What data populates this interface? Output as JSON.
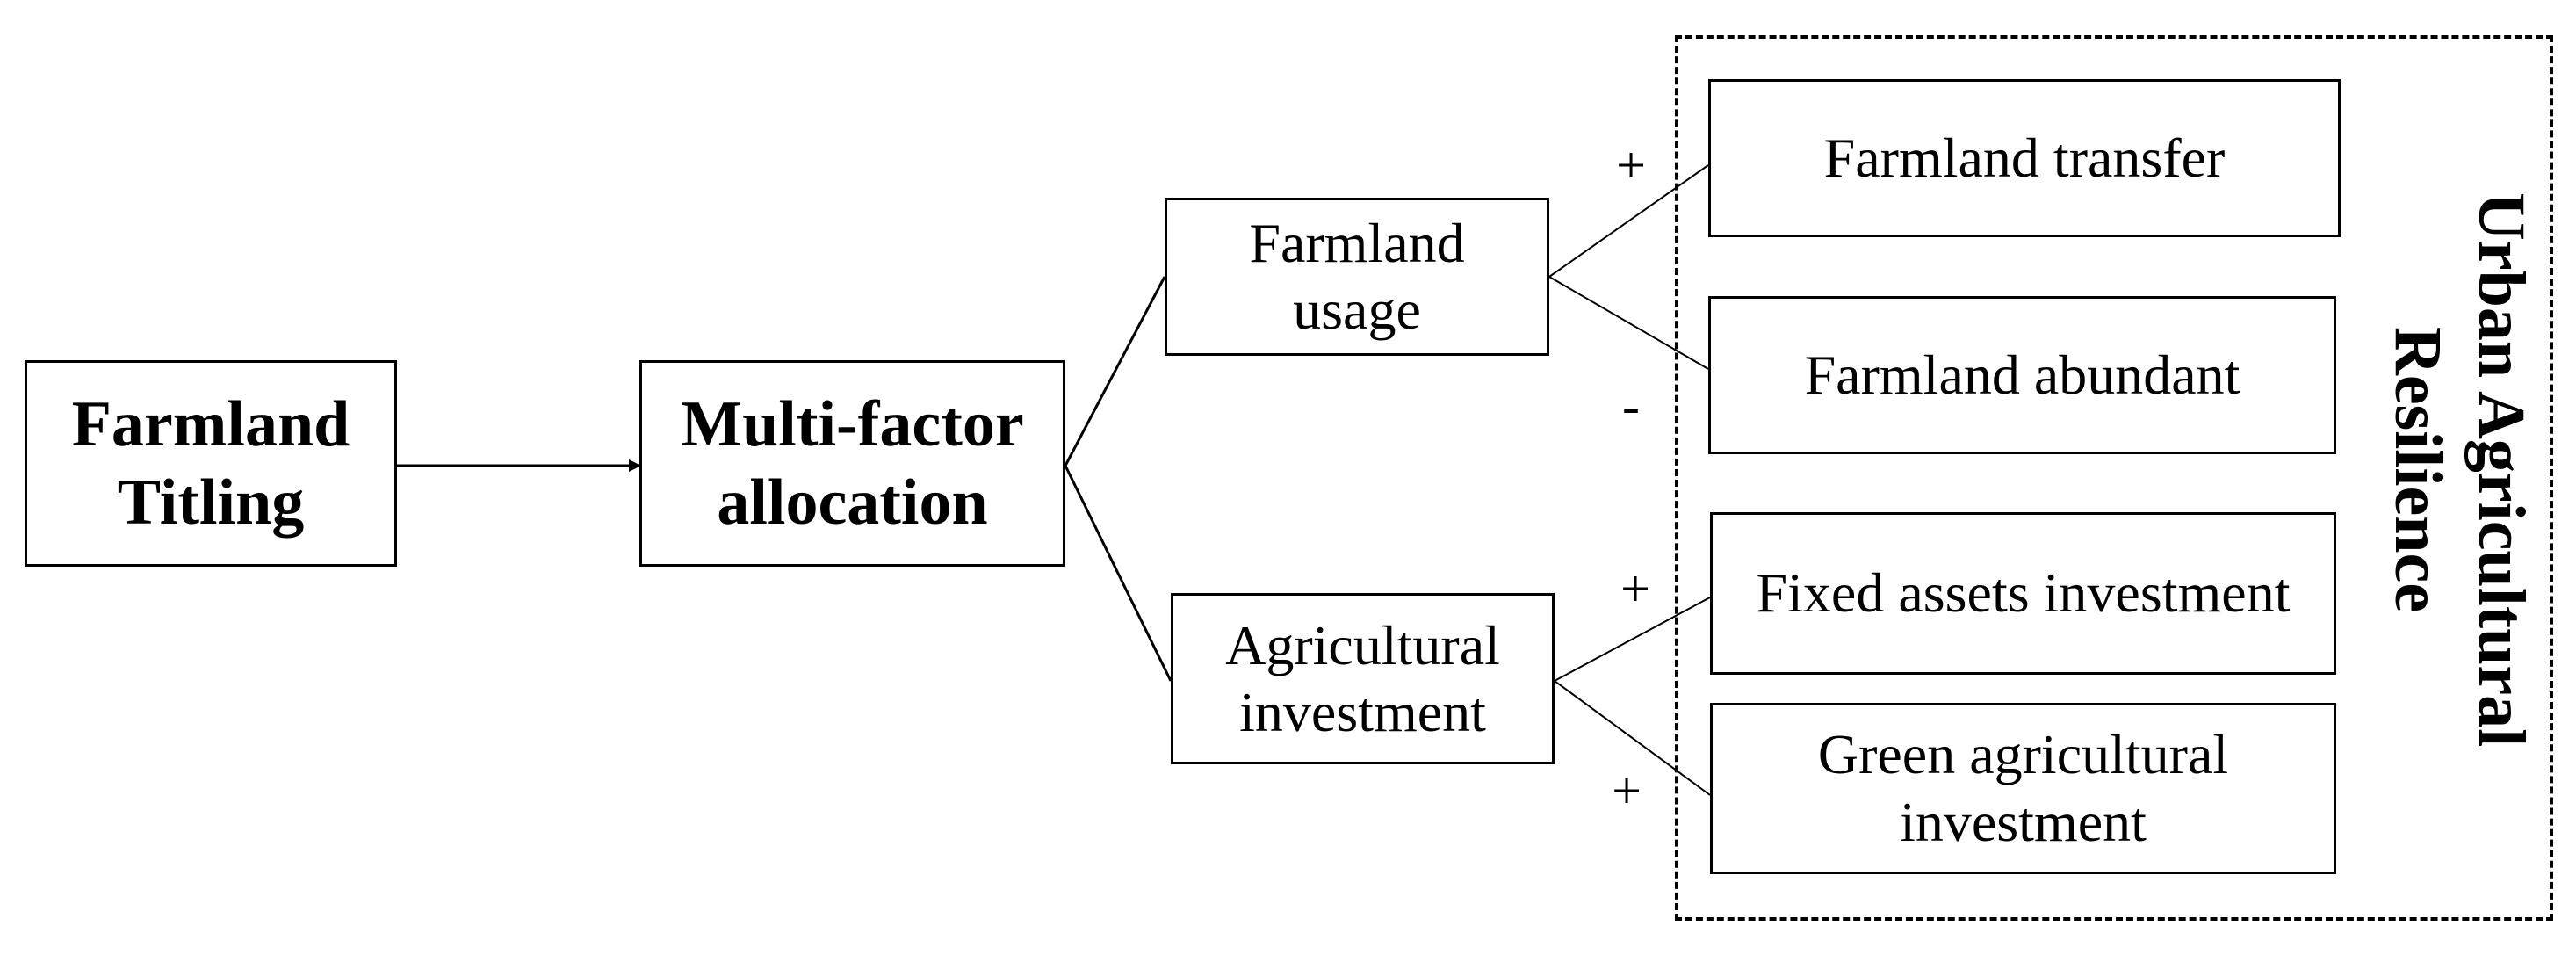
{
  "nodes": {
    "farmland_titling": "Farmland\nTitling",
    "multi_factor_allocation": "Multi-factor\nallocation",
    "farmland_usage": "Farmland\nusage",
    "agricultural_investment": "Agricultural\ninvestment",
    "farmland_transfer": "Farmland transfer",
    "farmland_abundant": "Farmland abundant",
    "fixed_assets_investment": "Fixed assets investment",
    "green_agricultural_investment": "Green agricultural\ninvestment"
  },
  "outcome_group_label": "Urban Agricultural\nResilience",
  "signs": {
    "farmland_transfer": "+",
    "farmland_abundant": "-",
    "fixed_assets_investment": "+",
    "green_agricultural_investment": "+"
  }
}
